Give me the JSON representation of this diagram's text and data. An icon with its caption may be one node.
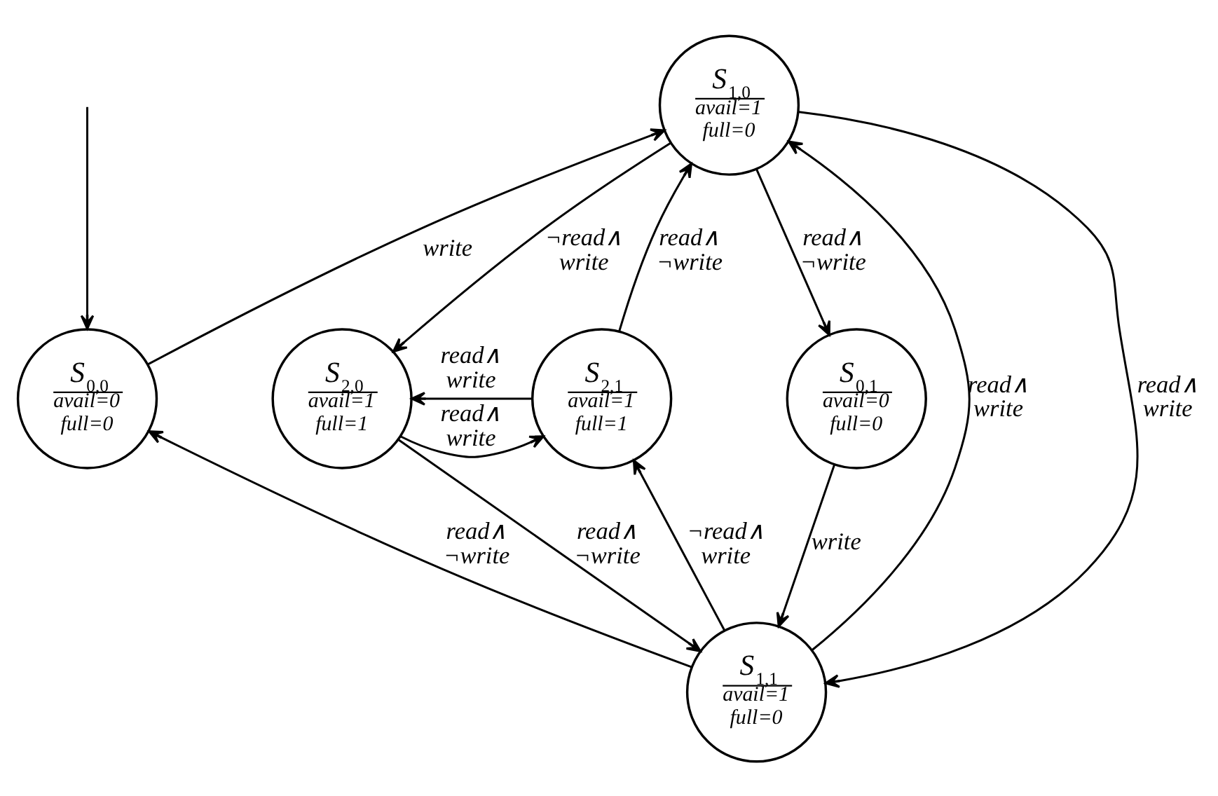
{
  "diagram": {
    "nodes": [
      {
        "text": [
          "*S*$_{1,0}$",
          "avail=1",
          "full=0"
        ]
      },
      {
        "text": [
          "*S*$_{0,0}$",
          "avail=0",
          "full=0"
        ]
      },
      {
        "text": [
          "*S*$_{2,0}$",
          "avail=1",
          "full=1"
        ]
      },
      {
        "text": [
          "*S*$_{2,1}$",
          "avail=1",
          "full=1"
        ]
      },
      {
        "text": [
          "*S*$_{0,1}$",
          "avail=0",
          "full=0"
        ]
      },
      {
        "text": [
          "*S*$_{1,1}$",
          "avail=1",
          "full=0"
        ]
      }
    ],
    "edges": [
      {
        "from": null,
        "to": 1,
        "arrow": "to"
      },
      {
        "from": 1,
        "to": 0,
        "arrow": "to",
        "label": "write"
      },
      {
        "from": 0,
        "to": 2,
        "arrow": "to",
        "label": "¬read∧ write"
      },
      {
        "from": 3,
        "to": 0,
        "arrow": "to",
        "label": "read∧ ¬write"
      },
      {
        "from": 0,
        "to": 4,
        "arrow": "to",
        "label": "read∧ ¬write"
      },
      {
        "from": 3,
        "to": 2,
        "arrow": "to",
        "label": "read∧ write"
      },
      {
        "from": 2,
        "to": 3,
        "arrow": "to",
        "label": "read∧ write"
      },
      {
        "from": 2,
        "to": 5,
        "arrow": "to",
        "label": "read∧ ¬write"
      },
      {
        "from": 5,
        "to": 3,
        "arrow": "to",
        "label": "¬read∧ write"
      },
      {
        "from": 5,
        "to": 1,
        "arrow": "to",
        "label": "read∧ ¬write"
      },
      {
        "from": 4,
        "to": 5,
        "arrow": "to",
        "label": "write"
      },
      {
        "from": 0,
        "to": 5,
        "arrow": "to",
        "label": "read∧ write"
      },
      {
        "from": 5,
        "to": 0,
        "arrow": "to",
        "label": "read∧ write"
      }
    ]
  }
}
